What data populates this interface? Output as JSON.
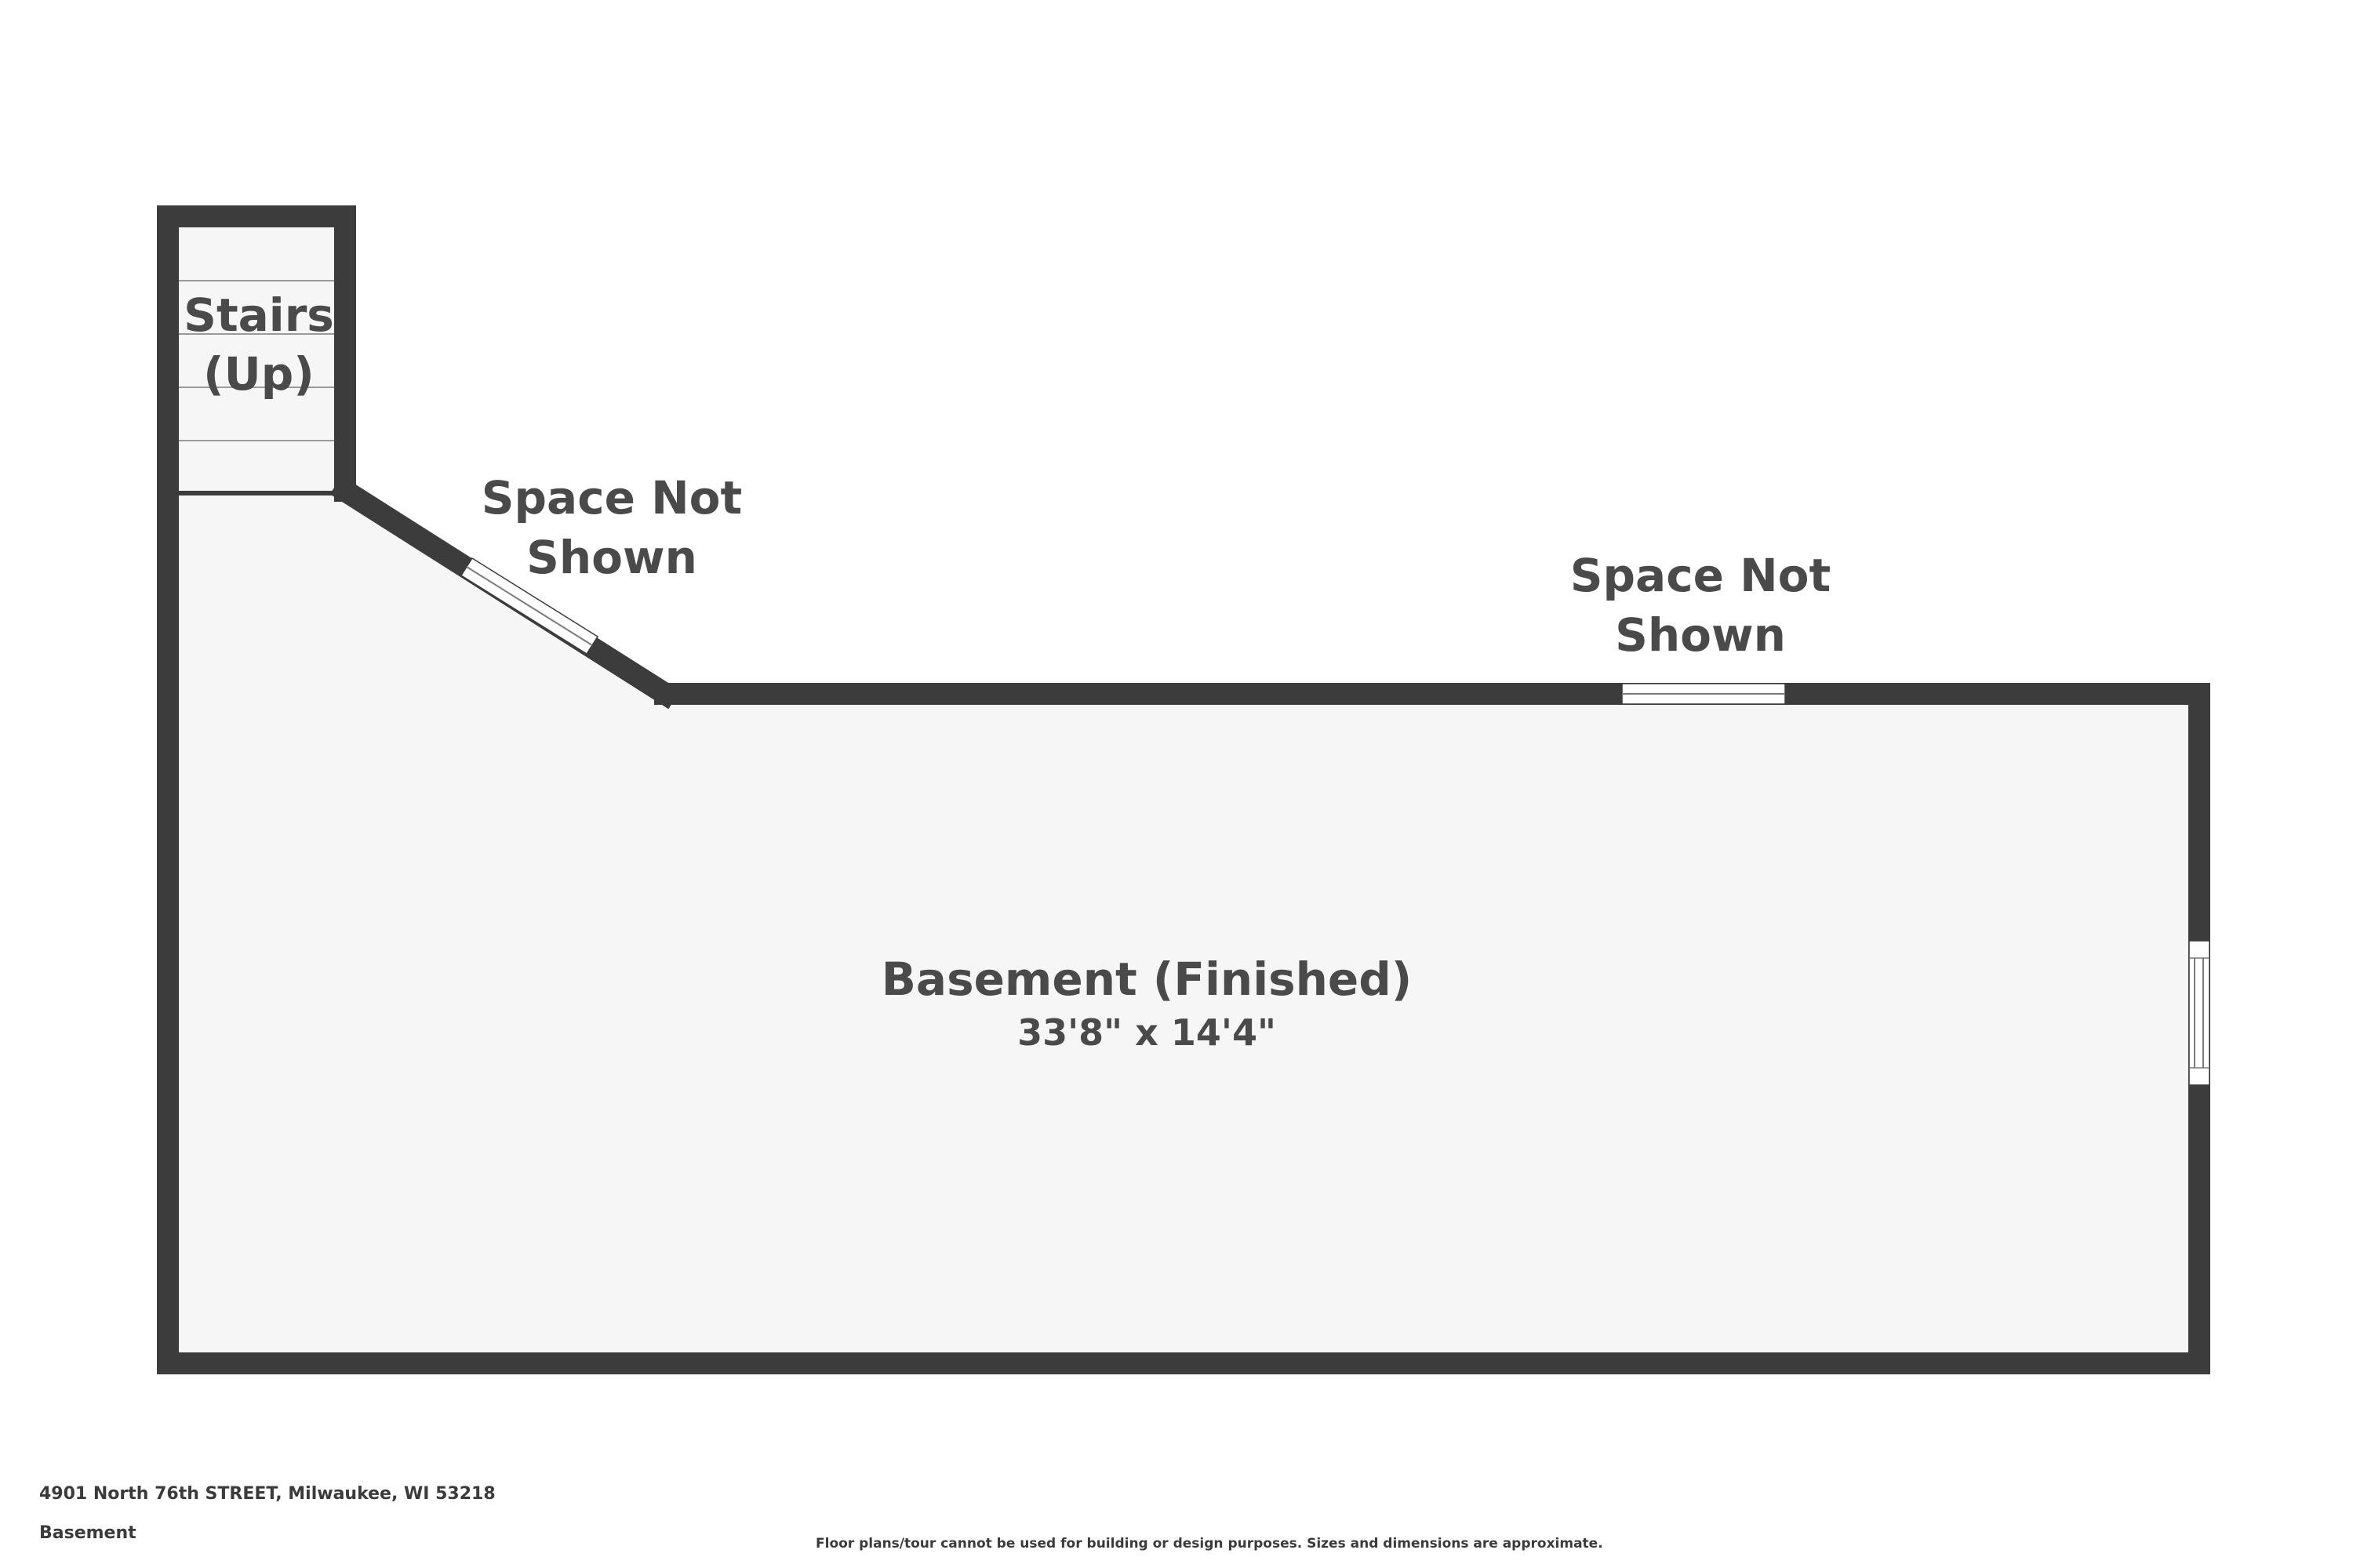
{
  "plan": {
    "rooms": {
      "stairs": {
        "name_line1": "Stairs",
        "name_line2": "(Up)"
      },
      "basement": {
        "name": "Basement (Finished)",
        "dimensions": "33'8\" x 14'4\""
      },
      "unshown_a": {
        "line1": "Space Not",
        "line2": "Shown"
      },
      "unshown_b": {
        "line1": "Space Not",
        "line2": "Shown"
      }
    },
    "colors": {
      "wall": "#3c3c3c",
      "floor": "#f6f6f6",
      "label": "#4a4a4a"
    }
  },
  "footer": {
    "address": "4901 North 76th STREET, Milwaukee, WI 53218",
    "floor_name": "Basement",
    "disclaimer": "Floor plans/tour cannot be used for building or design purposes. Sizes and dimensions are approximate."
  }
}
